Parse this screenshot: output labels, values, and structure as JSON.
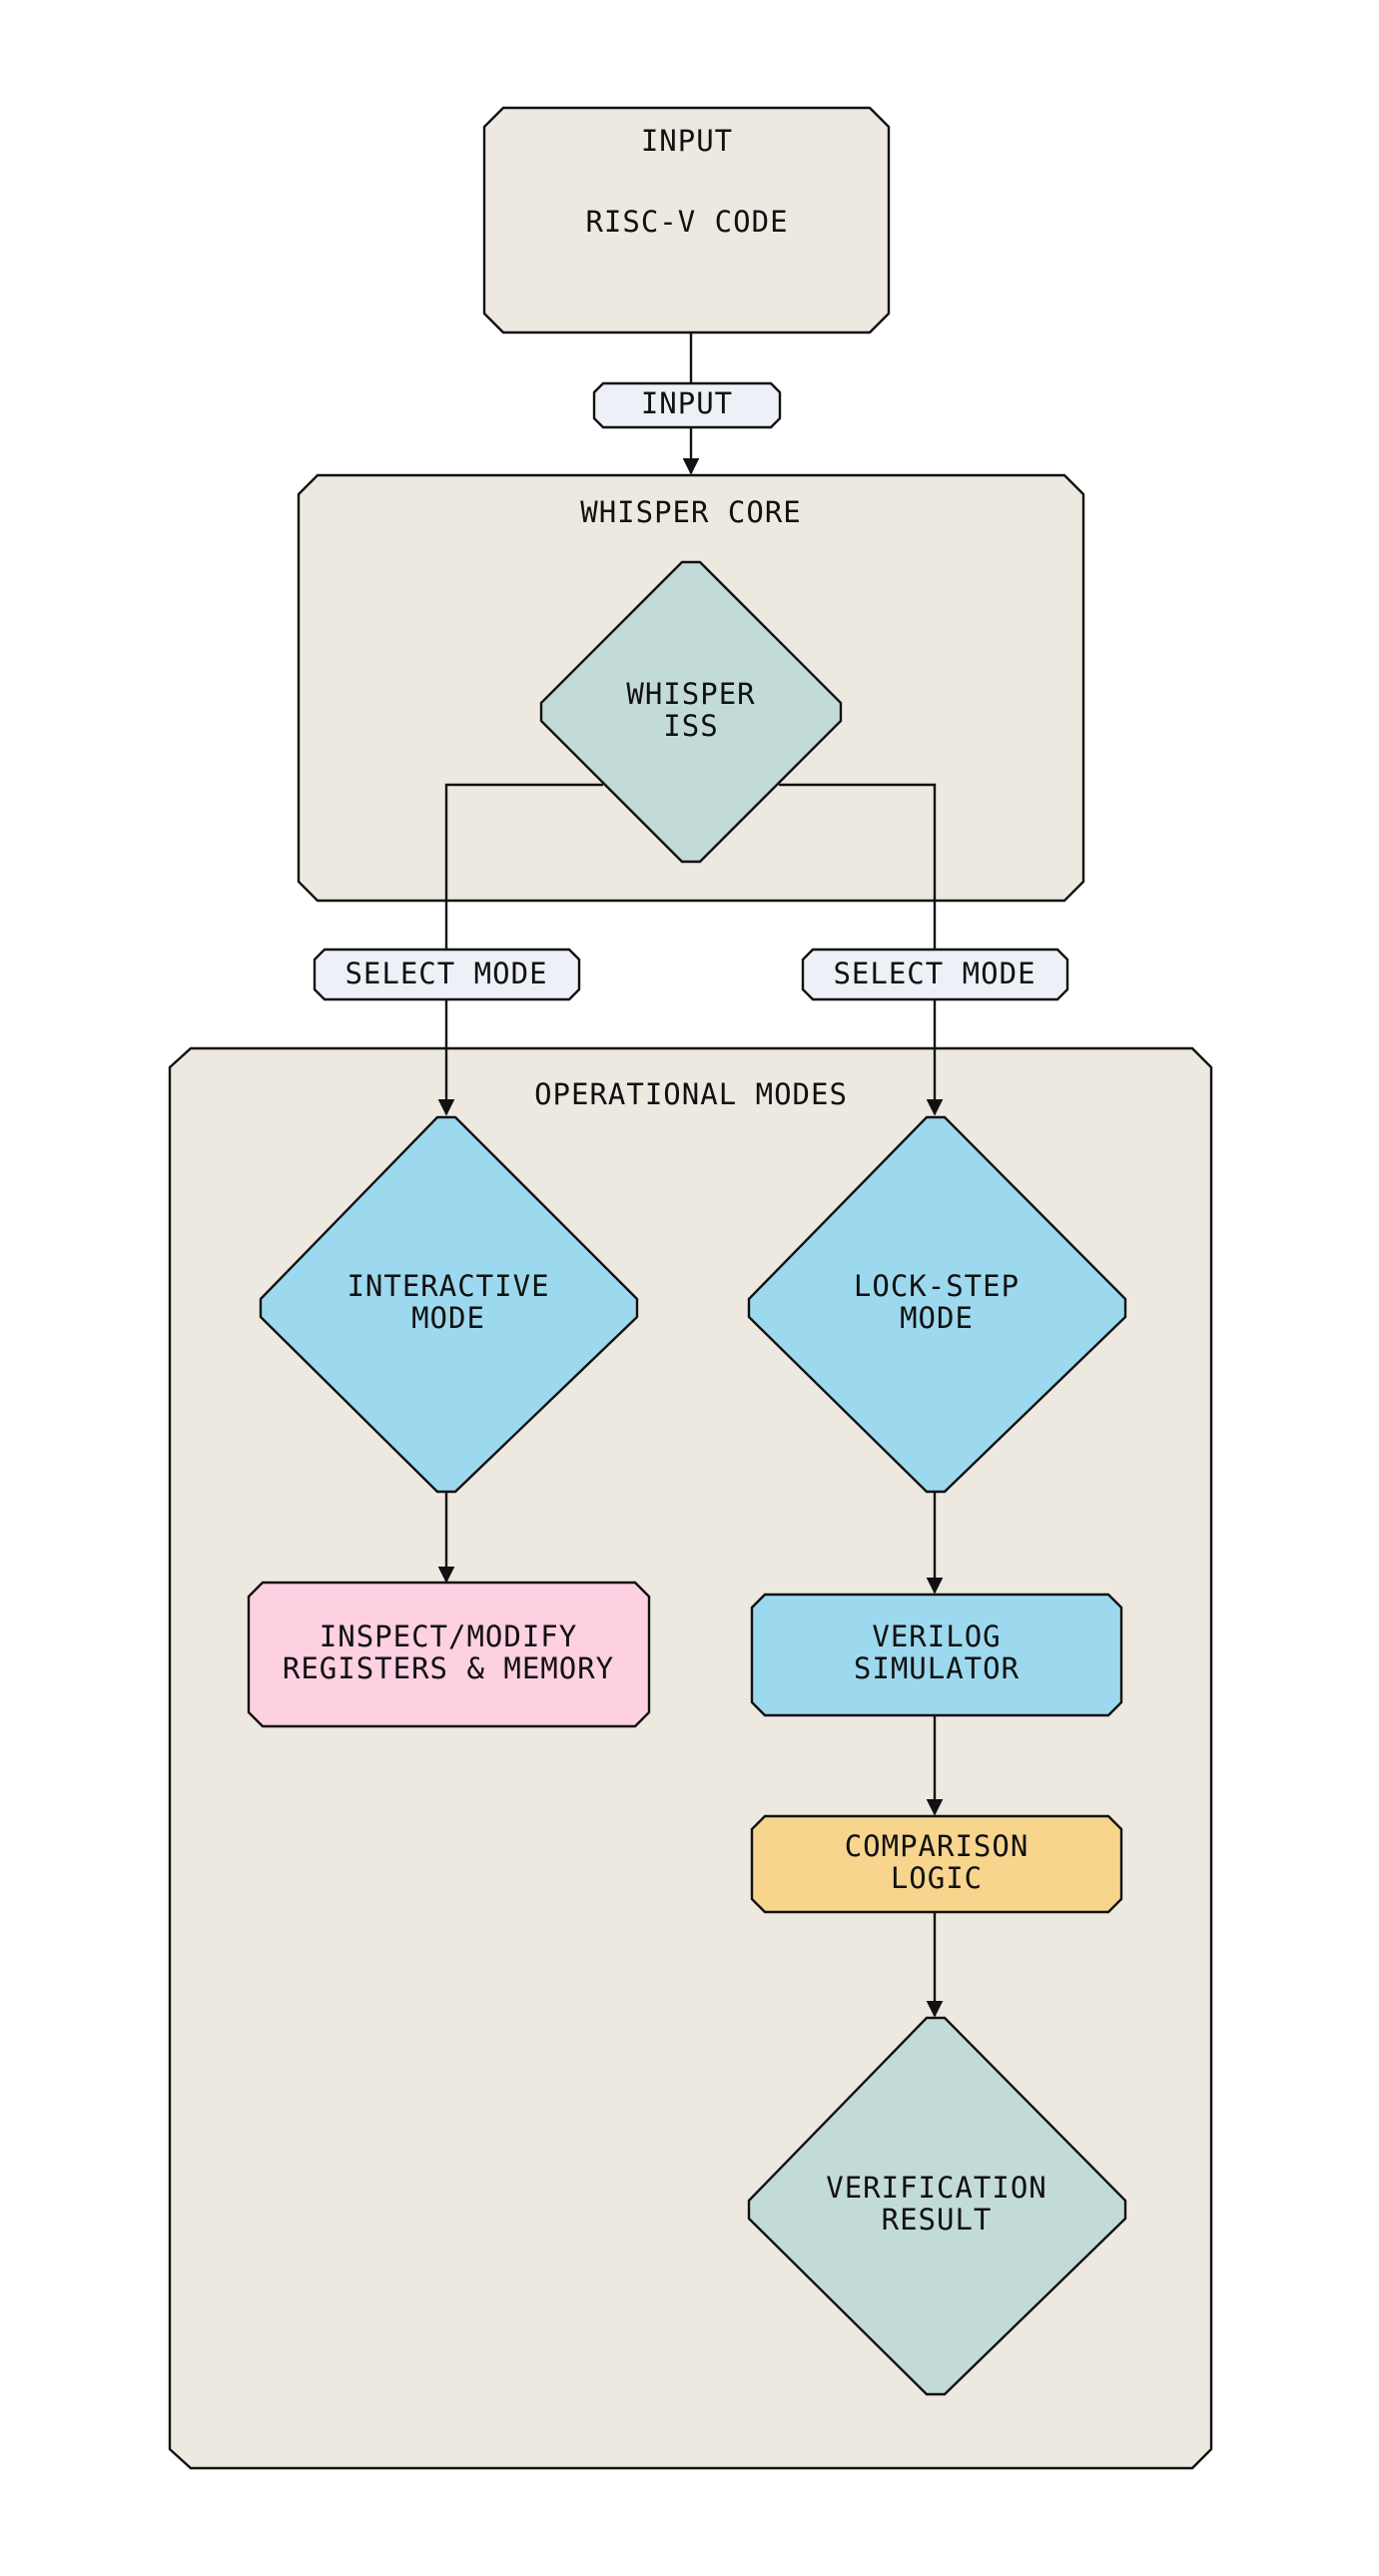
{
  "colors": {
    "container": "#EDE9E0",
    "edge_label": "#EEF0F8",
    "decision_teal": "#C3DBD8",
    "mode_blue": "#9DD9EE",
    "action_pink": "#FDD0E2",
    "compare_yellow": "#F7D58D"
  },
  "input_box": {
    "title": "INPUT",
    "body": "RISC-V CODE"
  },
  "edge_labels": {
    "input": "INPUT",
    "select_mode_left": "SELECT MODE",
    "select_mode_right": "SELECT MODE"
  },
  "whisper_core": {
    "title": "WHISPER CORE",
    "iss": [
      "WHISPER",
      "ISS"
    ]
  },
  "operational_modes": {
    "title": "OPERATIONAL MODES",
    "interactive": [
      "INTERACTIVE",
      "MODE"
    ],
    "lockstep": [
      "LOCK-STEP",
      "MODE"
    ],
    "inspect": [
      "INSPECT/MODIFY",
      "REGISTERS & MEMORY"
    ],
    "verilog": [
      "VERILOG",
      "SIMULATOR"
    ],
    "comparison": [
      "COMPARISON",
      "LOGIC"
    ],
    "result": [
      "VERIFICATION",
      "RESULT"
    ]
  }
}
